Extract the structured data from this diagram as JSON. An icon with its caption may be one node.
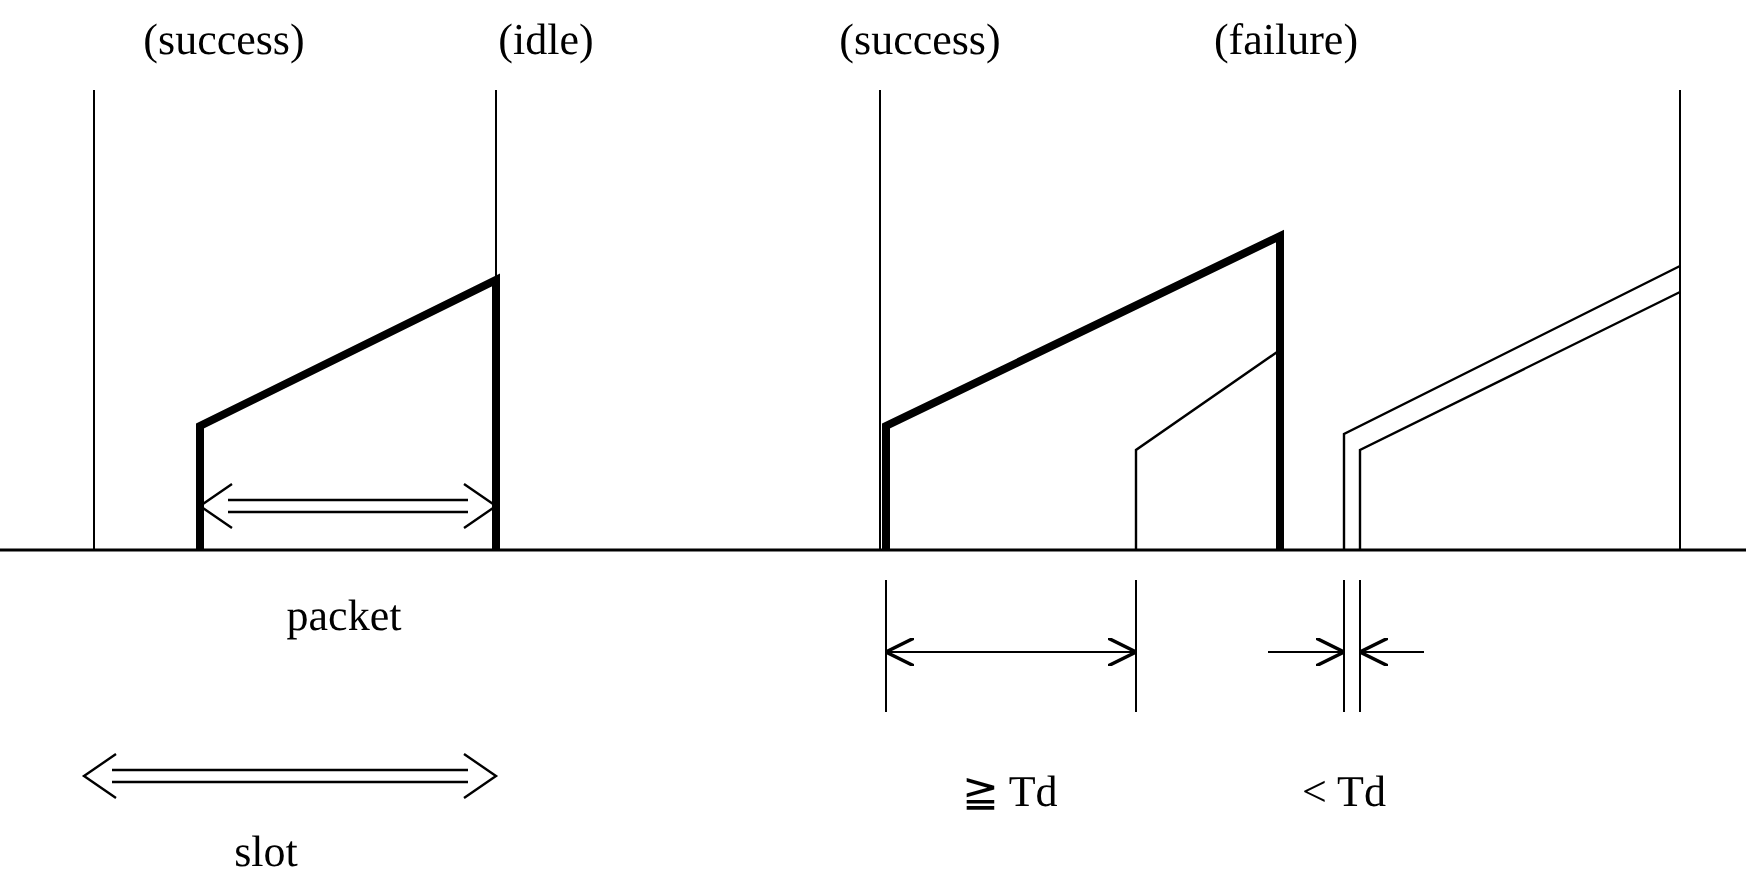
{
  "diagram": {
    "labels": [
      "(success)",
      "(idle)",
      "(success)",
      "(failure)",
      "packet",
      "≧ Td",
      "< Td",
      "slot"
    ]
  }
}
